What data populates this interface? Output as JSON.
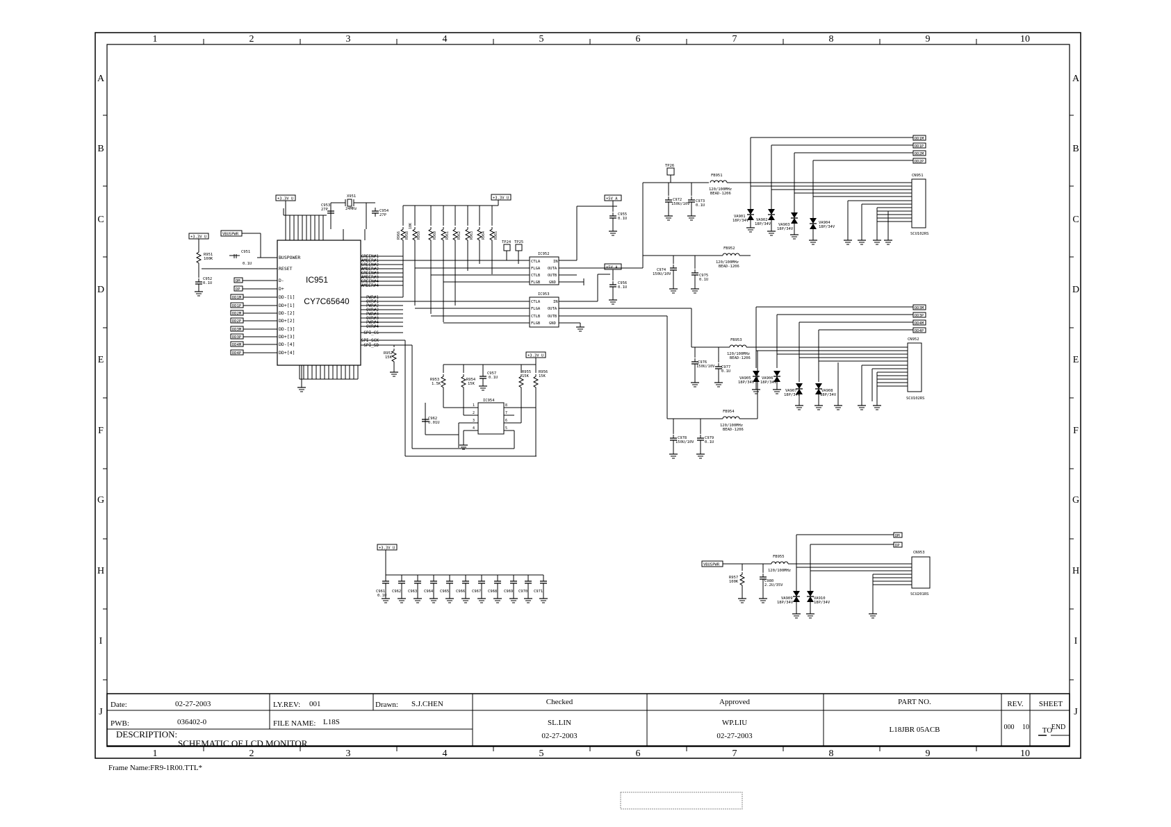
{
  "grid": {
    "columns": [
      "1",
      "2",
      "3",
      "4",
      "5",
      "6",
      "7",
      "8",
      "9",
      "10"
    ],
    "rows": [
      "A",
      "B",
      "C",
      "D",
      "E",
      "F",
      "G",
      "H",
      "I",
      "J"
    ]
  },
  "ic951": {
    "ref": "IC951",
    "part": "CY7C65640",
    "pins_left": [
      "BUSPOWER",
      "RESET",
      "D-",
      "D+",
      "DD-[1]",
      "DD+[1]",
      "DD-[2]",
      "DD+[2]",
      "DD-[3]",
      "DD+[3]",
      "DD-[4]",
      "DD+[4]"
    ],
    "pins_right": [
      "GREEN#1",
      "AMBER#1",
      "GREEN#2",
      "AMBER#2",
      "GREEN#3",
      "AMBER#3",
      "GREEN#4",
      "AMBER#4",
      "PWR#1",
      "OVR#1",
      "PWR#2",
      "OVR#2",
      "PWR#3",
      "OVR#3",
      "PWR#4",
      "OVR#4",
      "SPI_CS",
      "SPI_SCK",
      "SPI_SD"
    ]
  },
  "ports_left": {
    "vbus": "VBUSPWR",
    "v33": "+3.3V_U",
    "dm": "DM",
    "dp": "DP",
    "list": [
      "DD1M",
      "DD1P",
      "DD2M",
      "DD2P",
      "DD3M",
      "DD3P",
      "DD4M",
      "DD4P"
    ]
  },
  "rails": {
    "v33_top": "+3.3V_U",
    "v33_mid": "+3.3V_U",
    "v33_right": "+3.3V_U",
    "v33_bottom": "+3.3V_U",
    "v5a_1": "+5V_A",
    "v5a_2": "+5V_A",
    "vbus_h": "VBUSPWR"
  },
  "parts": {
    "r951": "R951",
    "r951v": "100K",
    "c951": "C951",
    "c951v": "0.1U",
    "c952": "C952",
    "c952v": "0.1U",
    "x951": "X951",
    "x951v": "24MHz",
    "c953": "C953",
    "c953v": "27P",
    "c954": "C954",
    "c954v": "27P",
    "r952": "R952",
    "r952v": "15K",
    "r953": "R953",
    "r953v": "1.5K",
    "r954": "R954",
    "r954v": "15K",
    "c957": "C957",
    "c957v": "0.1U",
    "r955": "R955",
    "r955v": "15K",
    "r956": "R956",
    "r956v": "15K",
    "c962": "C962",
    "c962v": "0.01U",
    "ic952": "IC952",
    "ic953": "IC953",
    "ic954": "IC954",
    "tp24": "TP24",
    "tp25": "TP25",
    "tp26": "TP26",
    "c955": "C955",
    "c955v": "0.1U",
    "c956": "C956",
    "c956v": "0.1U",
    "fb951": "FB951",
    "fb952": "FB952",
    "fb953": "FB953",
    "fb954": "FB954",
    "fb955": "FB955",
    "fbv": "120/100MHz",
    "bead": "BEAD-1206",
    "c972": "C972",
    "c972v": "150U/10V",
    "c973": "C973",
    "c973v": "0.1U",
    "c974": "C974",
    "c974v": "150U/10V",
    "c975": "C975",
    "c975v": "0.1U",
    "c976": "C976",
    "c976v": "150U/10V",
    "c977": "C977",
    "c977v": "0.1U",
    "c978": "C978",
    "c978v": "150U/10V",
    "c979": "C979",
    "c979v": "0.1U",
    "c980": "C980",
    "c980v": "2.2U/35V",
    "r957": "R957",
    "r957v": "100K",
    "va901": "VA901",
    "va902": "VA902",
    "va903": "VA903",
    "va904": "VA904",
    "va905": "VA905",
    "va906": "VA906",
    "va907": "VA907",
    "va908": "VA908",
    "va909": "VA909",
    "va910": "VA910",
    "vav": "18P/34V",
    "cn951": "CN951",
    "cn952": "CN952",
    "cn953": "CN953",
    "scu102rs": "SCU102RS",
    "scu201rs": "SCU201RS",
    "icx": "IC952",
    "ctla": "CTLA",
    "flga": "FLGA",
    "ctlb": "CTLB",
    "flgb": "FLGB",
    "inp": "IN",
    "outa": "OUTA",
    "outb": "OUTB",
    "gnd": "GND",
    "rpull": [
      "R958",
      "R959",
      "R960",
      "R961",
      "R962",
      "R963",
      "R964",
      "R965",
      "R966",
      "R967"
    ],
    "rpullv": "10K"
  },
  "bus_labels": {
    "cn951": [
      "DD1M",
      "DD1P",
      "DD2M",
      "DD2P"
    ],
    "cn952": [
      "DD3M",
      "DD3P",
      "DD4M",
      "DD4P"
    ],
    "cn953": [
      "DM",
      "DP"
    ]
  },
  "decoupling": {
    "refs": [
      "C961",
      "C962",
      "C963",
      "C964",
      "C965",
      "C966",
      "C967",
      "C968",
      "C969",
      "C970",
      "C971"
    ],
    "value": "0.1U"
  },
  "title_block": {
    "date_label": "Date:",
    "date_value": "02-27-2003",
    "lyrev_label": "LY.REV:",
    "lyrev_value": "001",
    "drawn_label": "Drawn:",
    "drawn_value": "S.J.CHEN",
    "pwb_label": "PWB:",
    "pwb_value": "036402-0",
    "filename_label": "FILE NAME:",
    "filename_value": "L18S",
    "desc_label": "DESCRIPTION:",
    "desc_value": "SCHEMATIC OF LCD MONITOR",
    "checked_label": "Checked",
    "checked_name": "SL.LIN",
    "checked_date": "02-27-2003",
    "approved_label": "Approved",
    "approved_name": "WP.LIU",
    "approved_date": "02-27-2003",
    "partno_label": "PART NO.",
    "partno_value": "L18JBR 05ACB",
    "rev_label": "REV.",
    "rev_value": "000",
    "sheet_label": "SHEET",
    "sheet_value": "10",
    "sheet_to": "TO",
    "sheet_end": "END"
  },
  "frame_name": "Frame Name:FR9-1R00.TTL*"
}
